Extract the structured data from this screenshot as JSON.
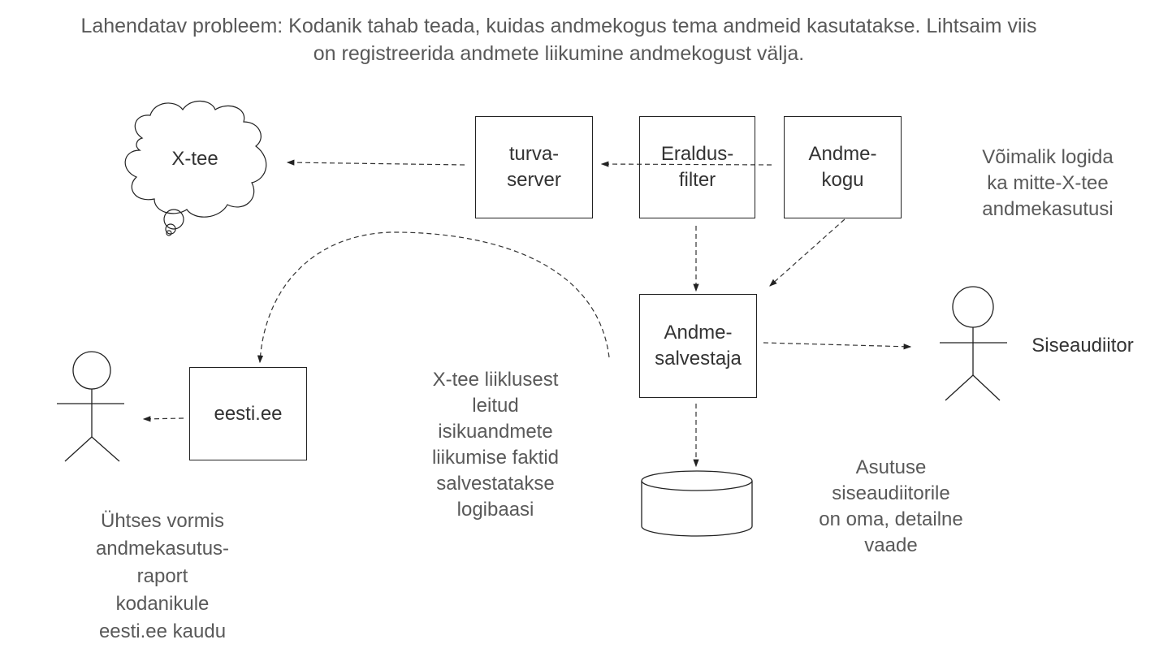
{
  "title": {
    "line1": "Lahendatav probleem: Kodanik tahab teada, kuidas andmekogus tema andmeid kasutatakse. Lihtsaim viis",
    "line2": "on registreerida andmete liikumine andmekogust välja."
  },
  "nodes": {
    "cloud": "X-tee",
    "turva": [
      "turva-",
      "server"
    ],
    "eraldus": [
      "Eraldus-",
      "filter"
    ],
    "andmekogu": [
      "Andme-",
      "kogu"
    ],
    "salvestaja": [
      "Andme-",
      "salvestaja"
    ],
    "eesti": "eesti.ee",
    "siseaudiitor": "Siseaudiitor"
  },
  "notes": {
    "voimalik": [
      "Võimalik logida",
      "ka mitte-X-tee",
      "andmekasutusi"
    ],
    "asutuse": [
      "Asutuse",
      "siseaudiitorile",
      "on oma, detailne",
      "vaade"
    ],
    "liiklus": [
      "X-tee liiklusest",
      "leitud",
      "isikuandmete",
      "liikumise faktid",
      "salvestatakse",
      "logibaasi"
    ],
    "uhtses": [
      "Ühtses vormis",
      "andmekasutus-",
      "raport",
      "kodanikule",
      "eesti.ee kaudu"
    ]
  },
  "colors": {
    "text": "#595959",
    "stroke": "#222222"
  }
}
